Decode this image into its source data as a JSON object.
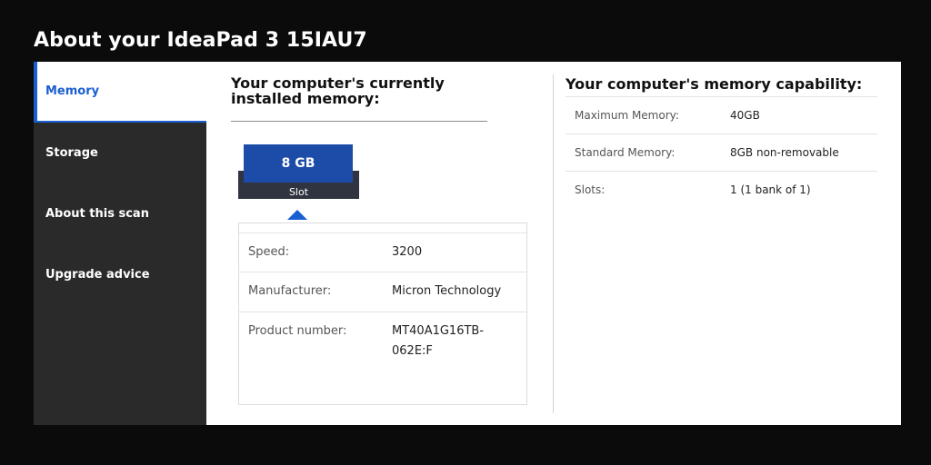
{
  "page": {
    "title": "About your IdeaPad 3 15IAU7"
  },
  "sidebar": {
    "items": [
      {
        "label": "Memory",
        "active": true
      },
      {
        "label": "Storage",
        "active": false
      },
      {
        "label": "About this scan",
        "active": false
      },
      {
        "label": "Upgrade advice",
        "active": false
      }
    ]
  },
  "installed": {
    "title": "Your computer's currently installed memory:",
    "slots": [
      {
        "size": "8 GB",
        "label": "Slot"
      }
    ],
    "details": [
      {
        "label": "Speed:",
        "value": "3200"
      },
      {
        "label": "Manufacturer:",
        "value": "Micron Technology"
      },
      {
        "label": "Product number:",
        "value": "MT40A1G16TB-062E:F"
      }
    ]
  },
  "capability": {
    "title": "Your computer's memory capability:",
    "rows": [
      {
        "label": "Maximum Memory:",
        "value": "40GB"
      },
      {
        "label": "Standard Memory:",
        "value": "8GB non-removable"
      },
      {
        "label": "Slots:",
        "value": "1 (1 bank of 1)"
      }
    ]
  },
  "colors": {
    "accent": "#1a5fd0",
    "memory_stick": "#1c4ca8",
    "sidebar_bg": "#2a2a2a",
    "page_bg": "#0b0b0b"
  }
}
